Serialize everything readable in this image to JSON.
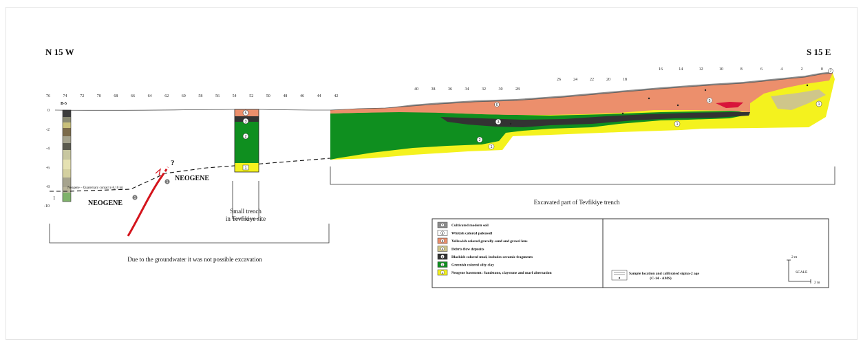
{
  "orientation": {
    "left": "N 15 W",
    "right": "S 15 E"
  },
  "distance_ticks_left": [
    "76",
    "74",
    "72",
    "70",
    "68",
    "66",
    "64",
    "62",
    "60",
    "58",
    "56",
    "54",
    "52",
    "50",
    "48",
    "46",
    "44",
    "42"
  ],
  "distance_ticks_mid": [
    "40",
    "38",
    "36",
    "34",
    "32",
    "30",
    "28"
  ],
  "distance_ticks_high": [
    "26",
    "24",
    "22",
    "20",
    "18"
  ],
  "distance_ticks_top": [
    "16",
    "14",
    "12",
    "10",
    "8",
    "6",
    "4",
    "2",
    "0"
  ],
  "depth_ticks": [
    "0",
    "-2",
    "-4",
    "-6",
    "-8",
    "-10"
  ],
  "borehole": {
    "label": "B-5",
    "unit": "1"
  },
  "labels": {
    "neogene_left": "NEOGENE",
    "neogene_right": "NEOGENE",
    "contact": "Neogene – Quaternary contact (-8,10 m)",
    "fault_query": "?",
    "small_trench_1": "Small trench",
    "small_trench_2": "in Tevfikiye site",
    "excavated": "Excavated part of Tevfikiye trench",
    "groundwater": "Due to the groundwater it was not possible excavation"
  },
  "unit_markers": {
    "fault_left": "1",
    "fault_right": "1",
    "small_5": "5",
    "small_3": "3",
    "small_2": "2",
    "small_1": "1",
    "main_6": "6",
    "main_3": "3",
    "main_2": "2",
    "main_1a": "1",
    "main_1b": "1",
    "main_1c": "1",
    "main_5": "5",
    "main_7": "7"
  },
  "legend": {
    "items": [
      {
        "num": "7",
        "label": "Cultivated modern soil",
        "color": "#8c8c8c"
      },
      {
        "num": "6",
        "label": "Whitish colored paleosoil",
        "color": "#ffffff"
      },
      {
        "num": "5",
        "label": "Yellowish colored gravelly sand and gravel lens",
        "color": "#ec8f6c"
      },
      {
        "num": "4",
        "label": "Debris flow deposits",
        "color": "#cfc68a"
      },
      {
        "num": "3",
        "label": "Blackish colored mud, includes ceramic fragments",
        "color": "#333333"
      },
      {
        "num": "2",
        "label": "Greenish colored silty clay",
        "color": "#0f8f1f"
      },
      {
        "num": "1",
        "label": "Neogene basement: Sandstone, claystone and marl alternation",
        "color": "#f4f21e"
      }
    ],
    "sample_label_line1": "Sample location and calibrated sigma-2 age",
    "sample_label_line2": "(C-14 - AMS)",
    "scale_vertical": "2 m",
    "scale_title": "SCALE",
    "scale_horizontal": "2 m"
  },
  "colors": {
    "soil": "#8c8c8c",
    "gravel": "#ec8f6c",
    "debris": "#cfc68a",
    "mud": "#333333",
    "clay": "#0f8f1f",
    "basement": "#f4f21e",
    "fault": "#d4141c",
    "lens": "#d8143a"
  }
}
